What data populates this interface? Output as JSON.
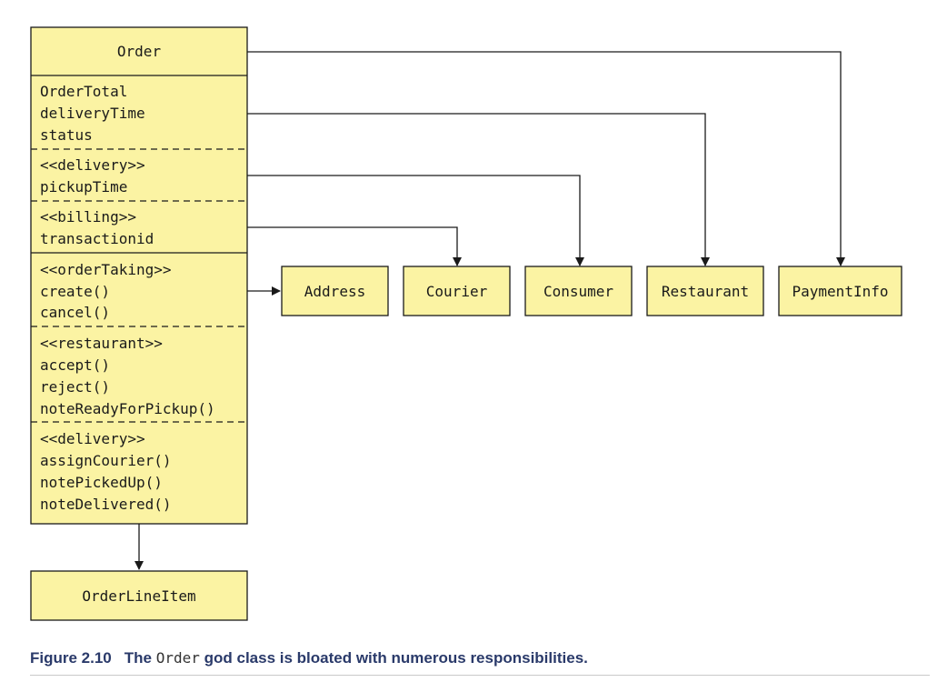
{
  "colors": {
    "box_fill": "#fbf3a3",
    "stroke": "#1a1a1a",
    "caption": "#2a3a6a"
  },
  "order_class": {
    "name": "Order",
    "sections": [
      {
        "lines": [
          "OrderTotal",
          "deliveryTime",
          "status"
        ]
      },
      {
        "lines": [
          "<<delivery>>",
          "pickupTime"
        ]
      },
      {
        "lines": [
          "<<billing>>",
          "transactionid"
        ]
      },
      {
        "lines": [
          "<<orderTaking>>",
          "create()",
          "cancel()"
        ]
      },
      {
        "lines": [
          "<<restaurant>>",
          "accept()",
          "reject()",
          "noteReadyForPickup()"
        ]
      },
      {
        "lines": [
          "<<delivery>>",
          "assignCourier()",
          "notePickedUp()",
          "noteDelivered()"
        ]
      }
    ]
  },
  "related_classes": [
    "Address",
    "Courier",
    "Consumer",
    "Restaurant",
    "PaymentInfo"
  ],
  "line_item_class": "OrderLineItem",
  "caption": {
    "number": "Figure 2.10",
    "text_before": "The ",
    "code": "Order",
    "text_after": " god class is bloated with numerous responsibilities."
  }
}
